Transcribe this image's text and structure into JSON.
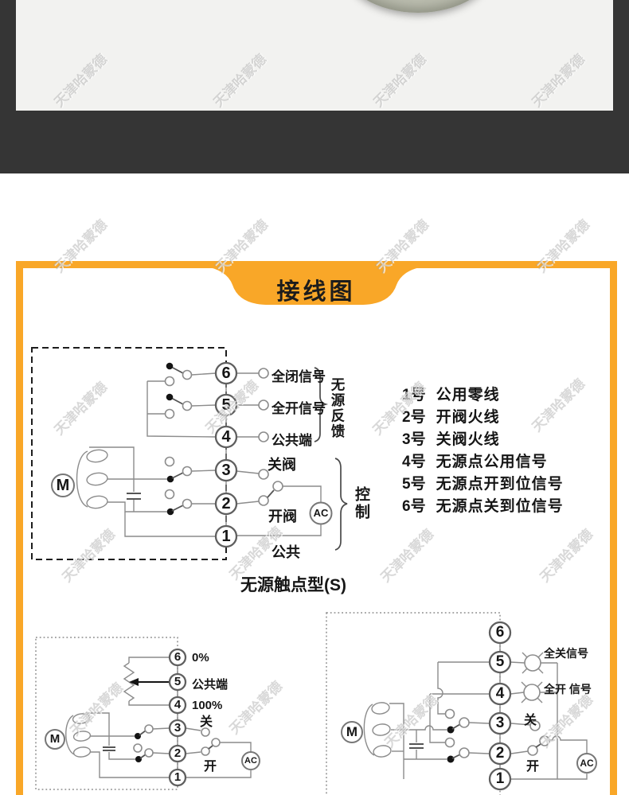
{
  "page": {
    "watermark": "天津哈蒙德"
  },
  "banner": {
    "title": "接线图"
  },
  "main_diagram": {
    "motor_label": "M",
    "ac_label": "AC",
    "terminals": [
      "6",
      "5",
      "4",
      "3",
      "2",
      "1"
    ],
    "terminal6_label": "全闭信号",
    "terminal5_label": "全开信号",
    "terminal4_label": "公共端",
    "terminal3_label": "关阀",
    "terminal2_label": "开阀",
    "terminal1_label": "公共",
    "feedback_group_label": "无源反馈",
    "control_group_label": "控制",
    "caption": "无源触点型(S)"
  },
  "terminal_legend": {
    "items": [
      {
        "num": "1号",
        "desc": "公用零线"
      },
      {
        "num": "2号",
        "desc": "开阀火线"
      },
      {
        "num": "3号",
        "desc": "关阀火线"
      },
      {
        "num": "4号",
        "desc": "无源点公用信号"
      },
      {
        "num": "5号",
        "desc": "无源点开到位信号"
      },
      {
        "num": "6号",
        "desc": "无源点关到位信号"
      }
    ]
  },
  "pot_diagram": {
    "motor_label": "M",
    "ac_label": "AC",
    "terminals": [
      "6",
      "5",
      "4",
      "3",
      "2",
      "1"
    ],
    "terminal6_label": "0%",
    "terminal5_label": "公共端",
    "terminal4_label": "100%",
    "terminal3_label": "关",
    "terminal2_label": "开"
  },
  "lamp_diagram": {
    "motor_label": "M",
    "ac_label": "AC",
    "terminals": [
      "6",
      "5",
      "4",
      "3",
      "2",
      "1"
    ],
    "closed_signal_label": "全关信号",
    "open_signal_label": "全开 信号",
    "terminal3_label": "关",
    "terminal2_label": "开"
  }
}
